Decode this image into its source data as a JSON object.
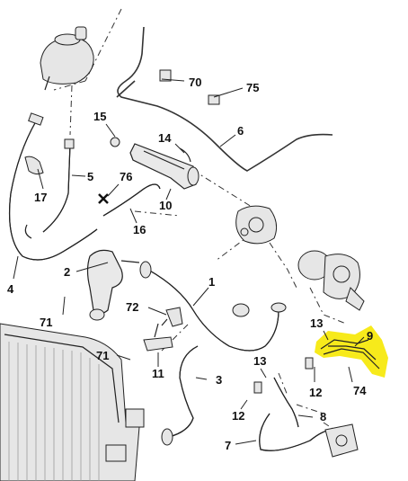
{
  "highlight_color": "#f7ea1b",
  "callouts": [
    {
      "id": "c70",
      "text": "70"
    },
    {
      "id": "c75",
      "text": "75"
    },
    {
      "id": "c6",
      "text": "6"
    },
    {
      "id": "c15",
      "text": "15"
    },
    {
      "id": "c14",
      "text": "14"
    },
    {
      "id": "c10",
      "text": "10"
    },
    {
      "id": "c76",
      "text": "76"
    },
    {
      "id": "c16",
      "text": "16"
    },
    {
      "id": "c5",
      "text": "5"
    },
    {
      "id": "c17",
      "text": "17"
    },
    {
      "id": "c4",
      "text": "4"
    },
    {
      "id": "c2",
      "text": "2"
    },
    {
      "id": "c71a",
      "text": "71"
    },
    {
      "id": "c72",
      "text": "72"
    },
    {
      "id": "c1",
      "text": "1"
    },
    {
      "id": "c71b",
      "text": "71"
    },
    {
      "id": "c11",
      "text": "11"
    },
    {
      "id": "c3",
      "text": "3"
    },
    {
      "id": "c13a",
      "text": "13"
    },
    {
      "id": "c9",
      "text": "9"
    },
    {
      "id": "c12a",
      "text": "12"
    },
    {
      "id": "c74",
      "text": "74"
    },
    {
      "id": "c13b",
      "text": "13"
    },
    {
      "id": "c12b",
      "text": "12"
    },
    {
      "id": "c8",
      "text": "8"
    },
    {
      "id": "c7",
      "text": "7"
    }
  ]
}
